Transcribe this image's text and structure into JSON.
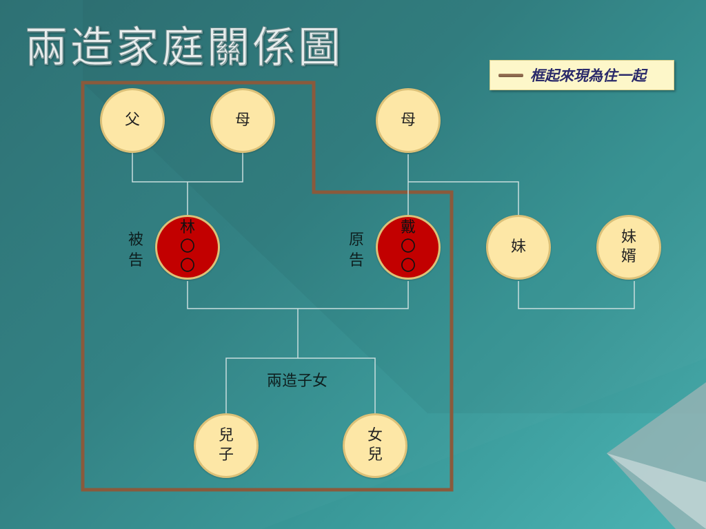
{
  "title": "兩造家庭關係圖",
  "legend": {
    "text": "框起來現為住一起"
  },
  "nodes": {
    "father": {
      "chars": [
        "父"
      ]
    },
    "mother_left": {
      "chars": [
        "母"
      ]
    },
    "mother_right": {
      "chars": [
        "母"
      ]
    },
    "defendant": {
      "chars": [
        "林",
        "〇",
        "〇"
      ]
    },
    "plaintiff": {
      "chars": [
        "戴",
        "〇",
        "〇"
      ]
    },
    "sister": {
      "chars": [
        "妹"
      ]
    },
    "sister_husband": {
      "chars": [
        "妹",
        "婿"
      ]
    },
    "son": {
      "chars": [
        "兒",
        "子"
      ]
    },
    "daughter": {
      "chars": [
        "女",
        "兒"
      ]
    }
  },
  "labels": {
    "defendant": [
      "被",
      "告"
    ],
    "plaintiff": [
      "原",
      "告"
    ],
    "children": "兩造子女"
  },
  "colors": {
    "node_fill": "#fde7a6",
    "party_fill": "#c20000",
    "household_border": "#8a5a3c",
    "connector": "#c9dede"
  }
}
